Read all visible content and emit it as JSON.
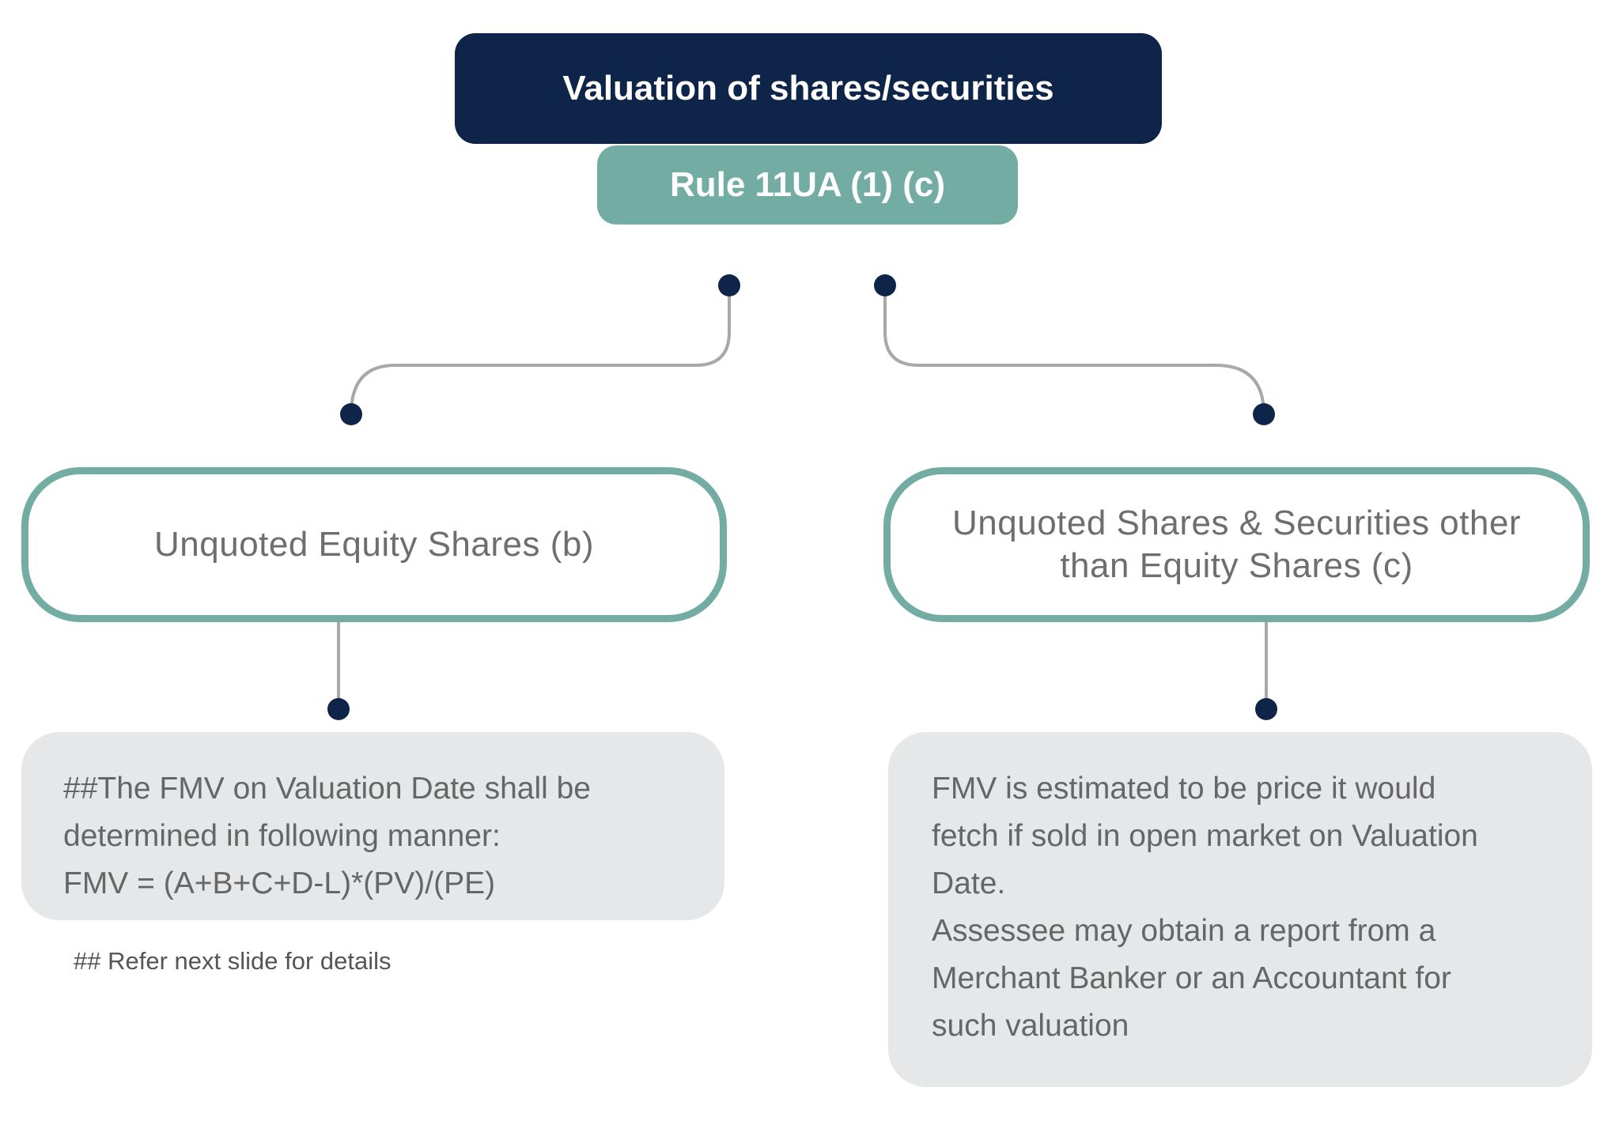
{
  "title": "Valuation of shares/securities",
  "rule": "Rule 11UA (1) (c)",
  "left_branch": {
    "heading": "Unquoted Equity Shares (b)",
    "lines": [
      "##The FMV on Valuation Date shall be",
      "determined in following manner:",
      "FMV = (A+B+C+D-L)*(PV)/(PE)"
    ],
    "footnote": "## Refer next slide for details"
  },
  "right_branch": {
    "heading": "Unquoted Shares & Securities other than Equity Shares (c)",
    "lines": [
      "FMV is estimated to be price it would",
      "fetch if sold in open market on Valuation",
      "Date.",
      "Assessee may obtain a report from a",
      "Merchant Banker or an Accountant for",
      "such valuation"
    ]
  },
  "colors": {
    "navy": "#0e2449",
    "teal": "#72aca3",
    "grey_box": "#e6e7e8",
    "connector": "#a8a8a8",
    "text": "#6e6e6e"
  }
}
